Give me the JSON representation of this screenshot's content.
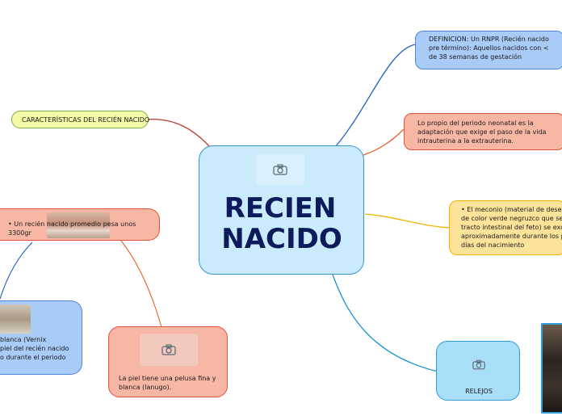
{
  "central": {
    "title_line1": "RECIEN",
    "title_line2": "NACIDO",
    "image_icon": "camera-icon"
  },
  "nodes": {
    "definicion": "DEFINICION: Un RNPR (Recién nacido pre término): Aquellos nacidos con < de 38 semanas de gestación",
    "periodo": "Lo propio del periodo neonatal es la adaptación que exige el paso de la vida intrauterina a la extrauterina.",
    "meconio_line1": "•      El meconio (material de dese",
    "meconio_line2": "de color verde negruzco que se fo",
    "meconio_line3": "tracto intestinal del feto) se excre",
    "meconio_line4": "aproximadamente durante los pr",
    "meconio_line5": "días del nacimiento",
    "relejos": "RELEJOS",
    "caracteristicas": "CARACTERÍSTICAS DEL RECIÉN NACIDO",
    "peso_line1": "•      Un recién nacido promedio pesa unos",
    "peso_line2": "3300gr",
    "piel": "La piel tiene una pelusa fina y blanca (lanugo).",
    "vernix_line1": "blanca (Vernix",
    "vernix_line2": "piel del recién nacido",
    "vernix_line3": "o durante el periodo"
  },
  "colors": {
    "central_fill": "#c9ebfb",
    "central_border": "#3b93c9",
    "blue_fill": "#a9cbf7",
    "blue_border": "#4f86d9",
    "salmon_fill": "#f8b7a4",
    "salmon_border": "#e0523a",
    "yellow_fill": "#fde39a",
    "yellow_border": "#f0b400",
    "lightblue_fill": "#a9def8",
    "lightblue_border": "#2c9bd6",
    "green_fill": "#f4f9a8",
    "green_border": "#7cb342",
    "line_red": "#c0392b",
    "line_blue": "#1f5fc0",
    "line_orange": "#e8632a",
    "line_yellow": "#f2b300",
    "line_lightblue": "#1c95d4"
  }
}
